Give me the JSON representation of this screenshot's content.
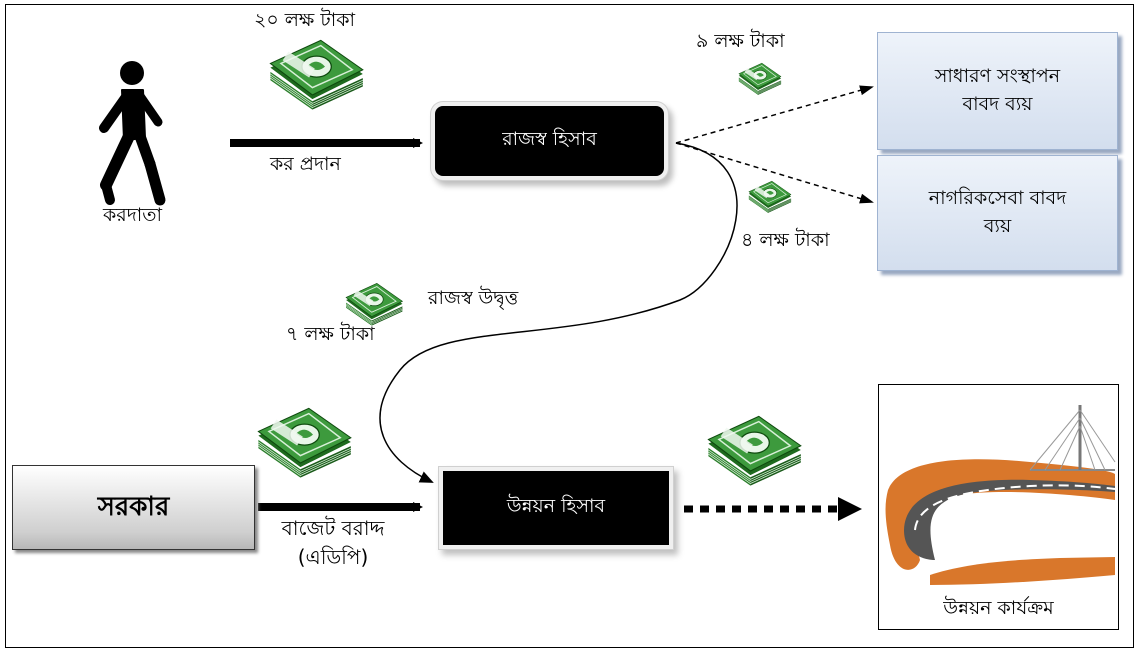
{
  "taxpayer": {
    "label": "করদাতা",
    "icon": "walking-person-icon"
  },
  "tax_flow": {
    "amount": "২০ লক্ষ টাকা",
    "label": "কর প্রদান"
  },
  "revenue_account": {
    "label": "রাজস্ব হিসাব"
  },
  "general_expense": {
    "line1": "সাধারণ সংস্থাপন",
    "line2": "বাবদ ব্যয়",
    "amount": "৯ লক্ষ টাকা"
  },
  "citizen_service": {
    "line1": "নাগরিকসেবা বাবদ",
    "line2": "ব্যয়",
    "amount": "৪ লক্ষ টাকা"
  },
  "surplus": {
    "label": "রাজস্ব উদ্বৃত্ত",
    "amount": "৭ লক্ষ টাকা"
  },
  "government": {
    "label": "সরকার"
  },
  "budget": {
    "line1": "বাজেট বরাদ্দ",
    "line2": "(এডিপি)"
  },
  "development_account": {
    "label": "উন্নয়ন হিসাব"
  },
  "development_program": {
    "label": "উন্নয়ন কার্যক্রম",
    "icon": "road-bridge-icon"
  },
  "colors": {
    "money_green": "#2f8a2f",
    "box_blue": "#d3deee",
    "road_orange": "#d9772b"
  }
}
